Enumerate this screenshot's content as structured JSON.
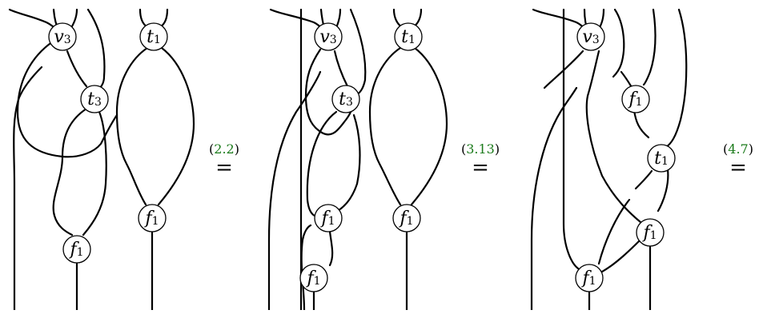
{
  "diagrams": [
    {
      "nodes": [
        {
          "id": "v3",
          "symbol": "v",
          "sub": "3"
        },
        {
          "id": "t1",
          "symbol": "t",
          "sub": "1"
        },
        {
          "id": "t3",
          "symbol": "t",
          "sub": "3"
        },
        {
          "id": "f1a",
          "symbol": "f",
          "sub": "1"
        },
        {
          "id": "f1b",
          "symbol": "f",
          "sub": "1"
        }
      ],
      "relation": {
        "open": "(",
        "ref": "2.2",
        "close": ")",
        "sign": "="
      }
    },
    {
      "nodes": [
        {
          "id": "v3",
          "symbol": "v",
          "sub": "3"
        },
        {
          "id": "t1",
          "symbol": "t",
          "sub": "1"
        },
        {
          "id": "t3",
          "symbol": "t",
          "sub": "3"
        },
        {
          "id": "f1a",
          "symbol": "f",
          "sub": "1"
        },
        {
          "id": "f1b",
          "symbol": "f",
          "sub": "1"
        },
        {
          "id": "f1c",
          "symbol": "f",
          "sub": "1"
        }
      ],
      "relation": {
        "open": "(",
        "ref": "3.13",
        "close": ")",
        "sign": "="
      }
    },
    {
      "nodes": [
        {
          "id": "v3",
          "symbol": "v",
          "sub": "3"
        },
        {
          "id": "f1a",
          "symbol": "f",
          "sub": "1"
        },
        {
          "id": "t1",
          "symbol": "t",
          "sub": "1"
        },
        {
          "id": "f1b",
          "symbol": "f",
          "sub": "1"
        },
        {
          "id": "f1c",
          "symbol": "f",
          "sub": "1"
        }
      ],
      "relation": {
        "open": "(",
        "ref": "4.7",
        "close": ")",
        "sign": "="
      }
    }
  ]
}
